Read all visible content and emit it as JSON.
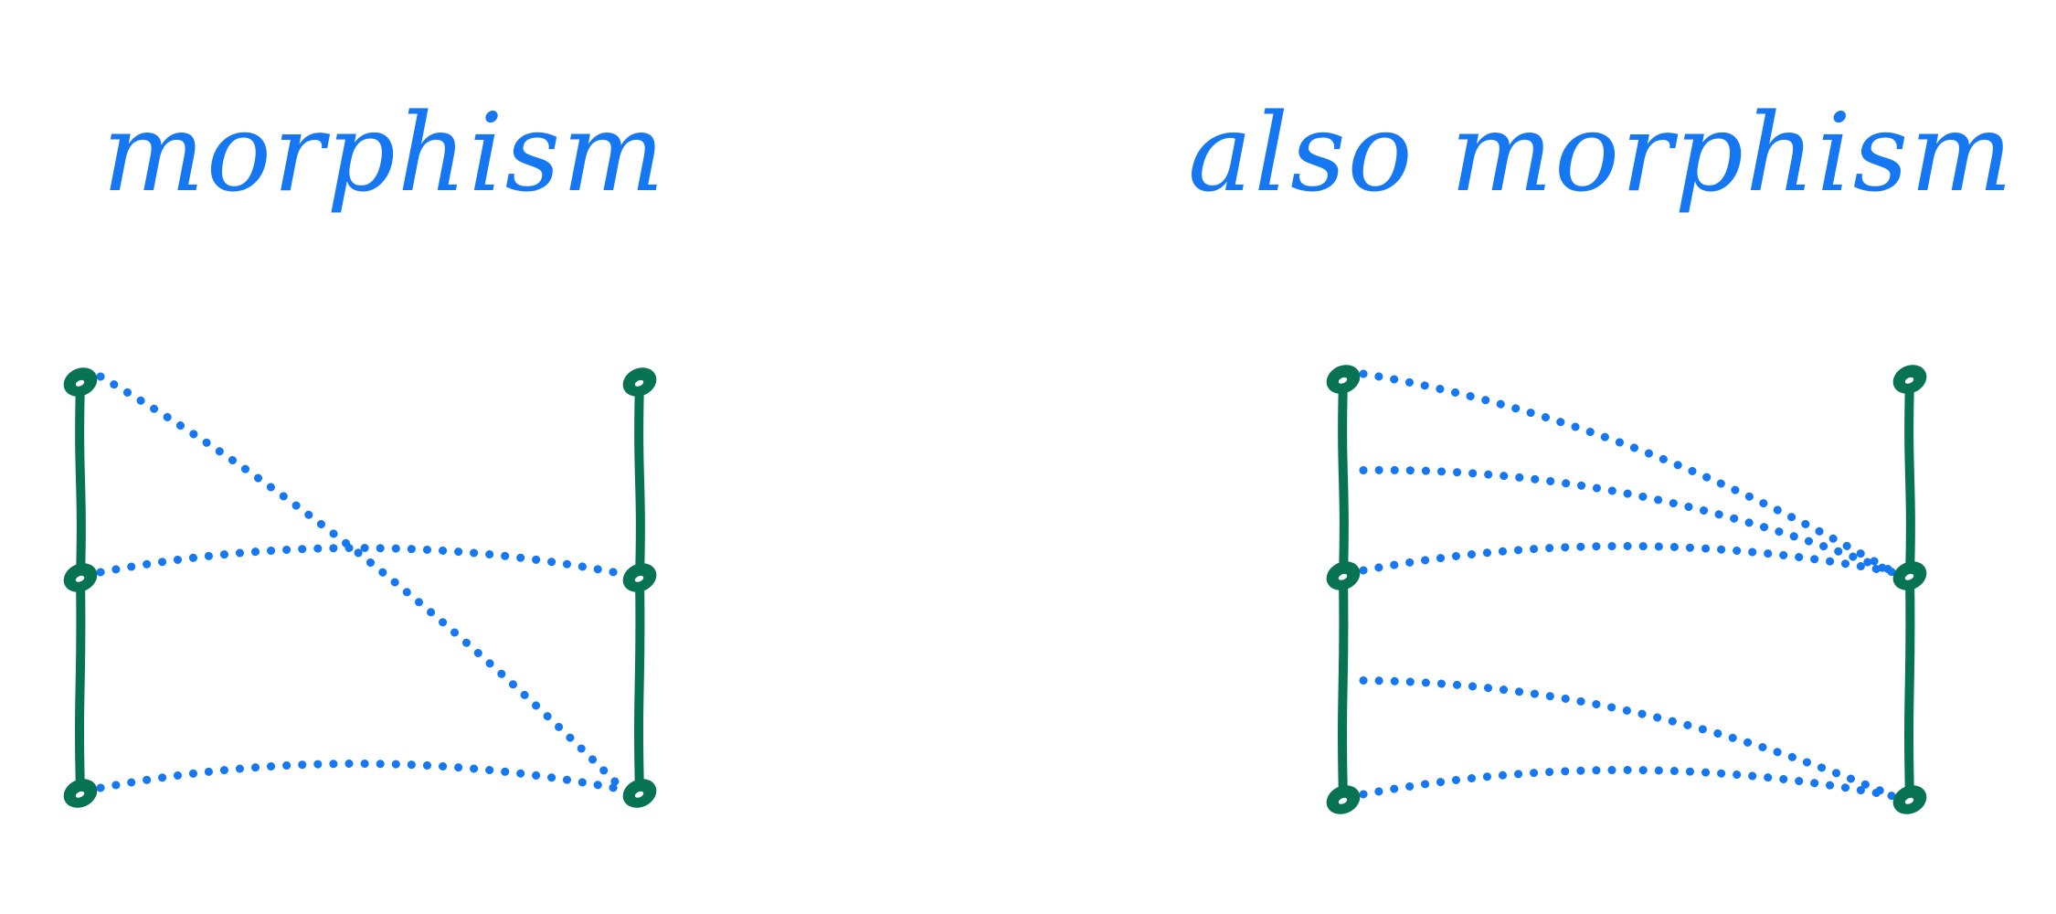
{
  "colors": {
    "ink_blue": "#1677f2",
    "ink_green": "#077353",
    "background": "#ffffff"
  },
  "panels": [
    {
      "caption": "morphism",
      "source_nodes": 3,
      "target_nodes": 3,
      "arrows": [
        {
          "from": 1,
          "to": 3
        },
        {
          "from": 2,
          "to": 2
        },
        {
          "from": 3,
          "to": 3
        }
      ]
    },
    {
      "caption": "also   morphism",
      "source_nodes": 3,
      "target_nodes": 3,
      "arrows": [
        {
          "from": 1,
          "to": 2
        },
        {
          "from": "1-2",
          "to": 2
        },
        {
          "from": 2,
          "to": 2
        },
        {
          "from": "2-3",
          "to": 3
        },
        {
          "from": 3,
          "to": 3
        }
      ]
    }
  ]
}
